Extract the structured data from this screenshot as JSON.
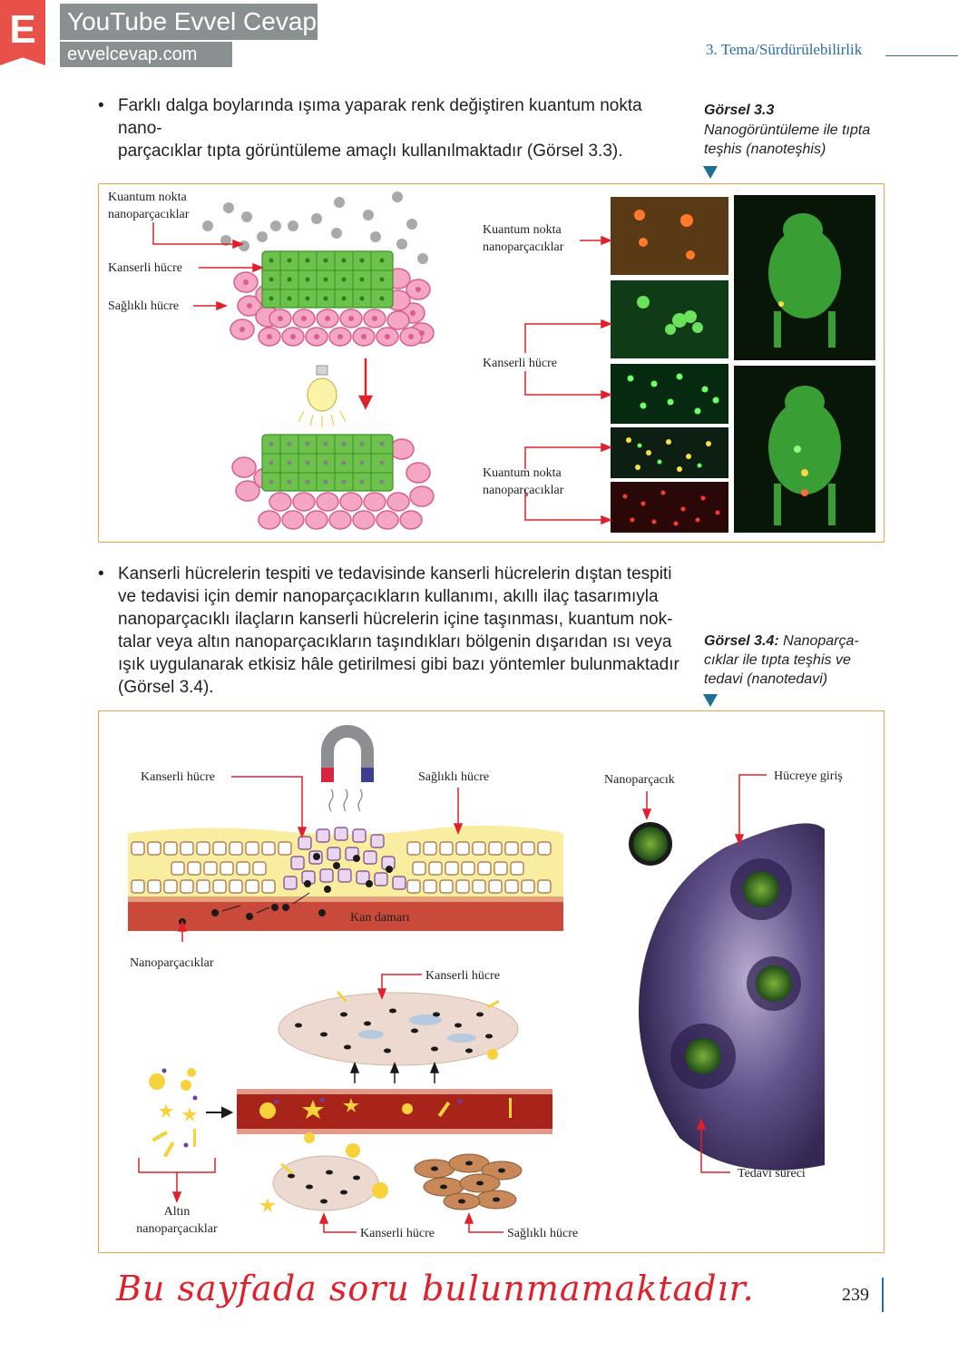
{
  "logo": {
    "letter": "E",
    "title": "YouTube Evvel Cevap",
    "url": "evvelcevap.com"
  },
  "header": {
    "theme": "3. Tema/Sürdürülebilirlik"
  },
  "section1": {
    "bullet": "•",
    "line1": "Farklı dalga boylarında ışıma yaparak renk değiştiren kuantum nokta nano-",
    "line2": "parçacıklar tıpta görüntüleme amaçlı kullanılmaktadır (Görsel 3.3)."
  },
  "caption1": {
    "title": "Görsel 3.3",
    "line1": "Nanogörüntüleme ile tıpta",
    "line2": "teşhis (nanoteşhis)"
  },
  "figure1": {
    "left_label_qd_1": "Kuantum nokta",
    "left_label_qd_2": "nanoparçacıklar",
    "left_label_cancer": "Kanserli hücre",
    "left_label_healthy": "Sağlıklı hücre",
    "mid_label_qd_top_1": "Kuantum nokta",
    "mid_label_qd_top_2": "nanoparçacıklar",
    "mid_label_cancer": "Kanserli hücre",
    "mid_label_qd_bottom_1": "Kuantum nokta",
    "mid_label_qd_bottom_2": "nanoparçacıklar"
  },
  "section2": {
    "bullet": "•",
    "lines": [
      "Kanserli hücrelerin tespiti ve tedavisinde  kanserli hücrelerin dıştan tespiti",
      "ve tedavisi için demir nanoparçacıkların kullanımı, akıllı ilaç tasarımıyla",
      "nanoparçacıklı ilaçların kanserli hücrelerin içine taşınması, kuantum nok-",
      "talar veya altın nanoparçacıkların taşındıkları bölgenin dışarıdan ısı veya",
      "ışık uygulanarak etkisiz hâle getirilmesi gibi bazı yöntemler bulunmaktadır",
      "(Görsel 3.4)."
    ]
  },
  "caption2": {
    "title": "Görsel 3.4:",
    "line1_rest": " Nanoparça-",
    "line2": "cıklar ile tıpta teşhis ve",
    "line3": "tedavi (nanotedavi)"
  },
  "figure2": {
    "label_cancer_top": "Kanserli hücre",
    "label_healthy_top": "Sağlıklı hücre",
    "label_blood_vessel": "Kan damarı",
    "label_nanoparticles": "Nanoparçacıklar",
    "label_cancer_mid": "Kanserli hücre",
    "label_gold_1": "Altın",
    "label_gold_2": "nanoparçacıklar",
    "label_cancer_bottom": "Kanserli hücre",
    "label_healthy_bottom": "Sağlıklı hücre",
    "label_nanoparticle": "Nanoparçacık",
    "label_cell_entry": "Hücreye giriş",
    "label_treatment": "Tedavi süreci"
  },
  "footer": {
    "note": "Bu  sayfada  soru  bulunmamaktadır.",
    "page_number": "239"
  },
  "colors": {
    "accent_blue": "#2a6f9e",
    "frame_orange": "#f2a24e",
    "logo_red": "#e8504a",
    "note_red": "#e0202a"
  }
}
